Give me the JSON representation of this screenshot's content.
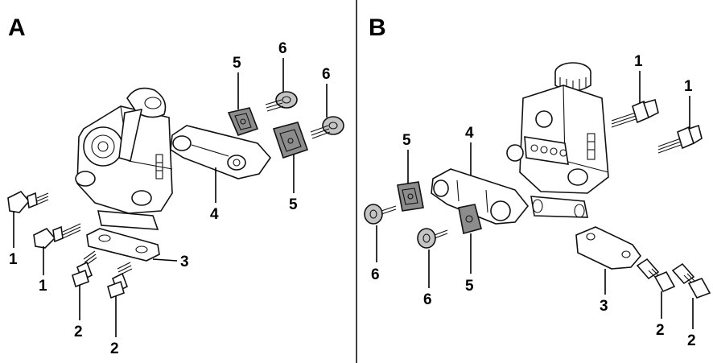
{
  "panels": [
    {
      "label": "A",
      "callouts": [
        "5",
        "6",
        "6",
        "4",
        "5",
        "3",
        "1",
        "1",
        "2",
        "2"
      ]
    },
    {
      "label": "B",
      "callouts": [
        "1",
        "1",
        "4",
        "5",
        "5",
        "6",
        "6",
        "3",
        "2",
        "2"
      ]
    }
  ],
  "colors": {
    "line": "#000000",
    "part_fill": "#ffffff",
    "pad_fill": "#8c8c8c",
    "washer_fill": "#c4c4c4"
  }
}
